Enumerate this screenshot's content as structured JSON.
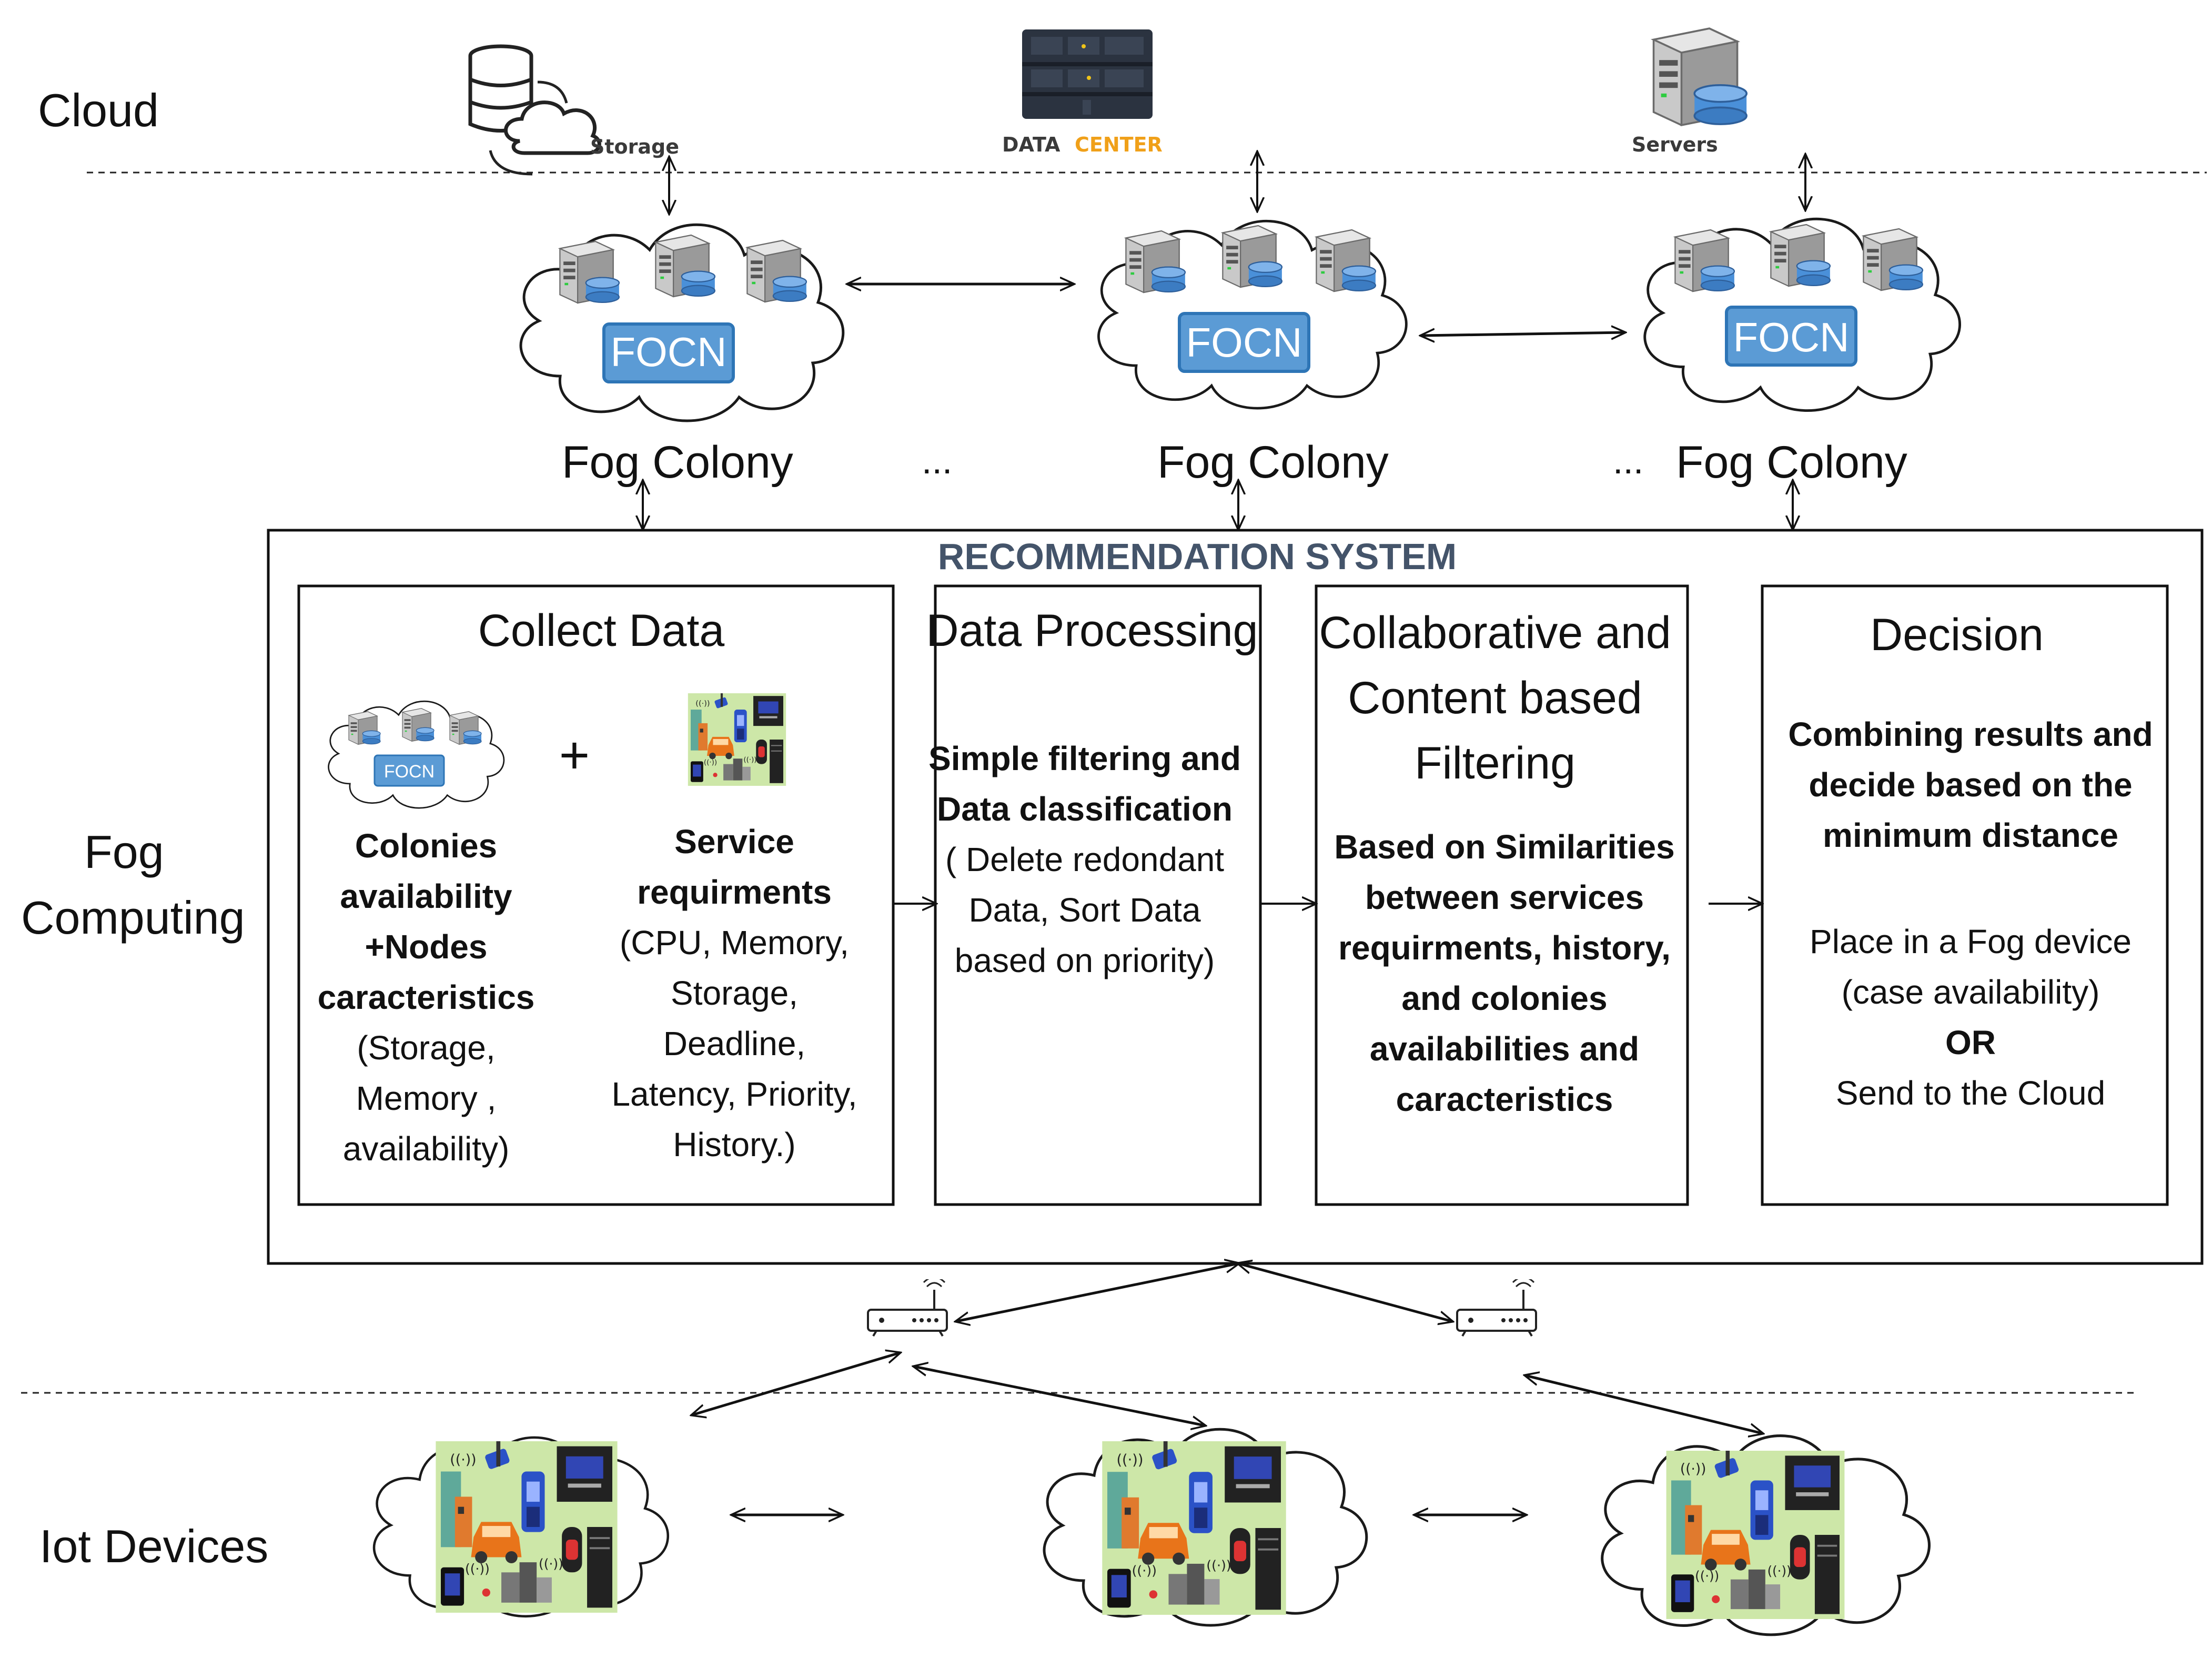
{
  "layers": {
    "cloud": "Cloud",
    "fog_line1": "Fog",
    "fog_line2": "Computing",
    "iot": "Iot Devices"
  },
  "cloud_icons": {
    "storage": "Storage",
    "datacenter_a": "DATA",
    "datacenter_b": "CENTER",
    "servers": "Servers"
  },
  "fog_colonies": {
    "node_label": "FOCN",
    "colony_label": "Fog Colony",
    "ellipsis": "..."
  },
  "recommendation_system": {
    "title": "RECOMMENDATION SYSTEM",
    "collect": {
      "title": "Collect Data",
      "mini_focn": "FOCN",
      "plus": "+",
      "colonies_bold": [
        "Colonies",
        "availability",
        "+Nodes",
        "caracteristics"
      ],
      "colonies_normal": [
        "(Storage,",
        "Memory ,",
        "availability)"
      ],
      "service_bold": [
        "Service",
        "requirments"
      ],
      "service_normal": [
        "(CPU, Memory,",
        "Storage,",
        "Deadline,",
        "Latency, Priority,",
        "History.)"
      ]
    },
    "processing": {
      "title": "Data Processing",
      "bold": [
        "Simple filtering and",
        "Data classification"
      ],
      "normal": [
        "( Delete redondant",
        "Data, Sort Data",
        "based on priority)"
      ]
    },
    "filtering": {
      "title": [
        "Collaborative and",
        "Content based",
        "Filtering"
      ],
      "bold": [
        "Based on Similarities",
        "between services",
        "requirments, history,",
        "and colonies",
        "availabilities and",
        "caracteristics"
      ]
    },
    "decision": {
      "title": "Decision",
      "bold": [
        "Combining results and",
        "decide based on the",
        "minimum distance"
      ],
      "normal_1": [
        "Place in a Fog device",
        "(case availability)"
      ],
      "or": "OR",
      "normal_2": "Send to the Cloud"
    }
  },
  "colors": {
    "focn_fill": "#5b9bd5",
    "focn_stroke": "#2e75b6",
    "title_color": "#44546a",
    "iot_bg": "#cde7a8"
  }
}
